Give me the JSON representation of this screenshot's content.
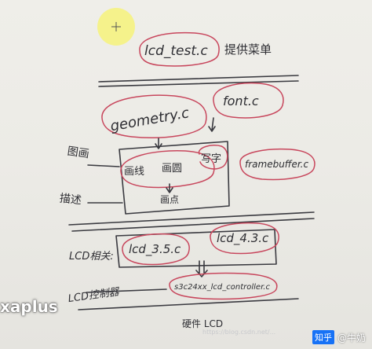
{
  "nodes": {
    "lcd_test": "lcd_test.c",
    "lcd_test_note": "提供菜单",
    "geometry": "geometry.c",
    "font": "font.c",
    "draw_line": "画线",
    "draw_circle": "画圆",
    "write_char": "写字",
    "framebuffer": "framebuffer.c",
    "draw_point": "画点",
    "lcd_35": "lcd_3.5.c",
    "lcd_43": "lcd_4.3.c",
    "controller": "s3c24xx_lcd_controller.c"
  },
  "labels": {
    "graphics": "图画",
    "pixel": "描述",
    "lcd_related": "LCD相关:",
    "lcd_controller": "LCD控制器",
    "hardware": "硬件 LCD"
  },
  "watermarks": {
    "left": "xaplus",
    "blog": "https://blog.csdn.net/...",
    "zhihu_logo": "知乎",
    "zhihu_user": "@牛奶"
  },
  "colors": {
    "ink": "#3a3a40",
    "highlight": "#c8475d",
    "cursor": "#f4f06a"
  }
}
